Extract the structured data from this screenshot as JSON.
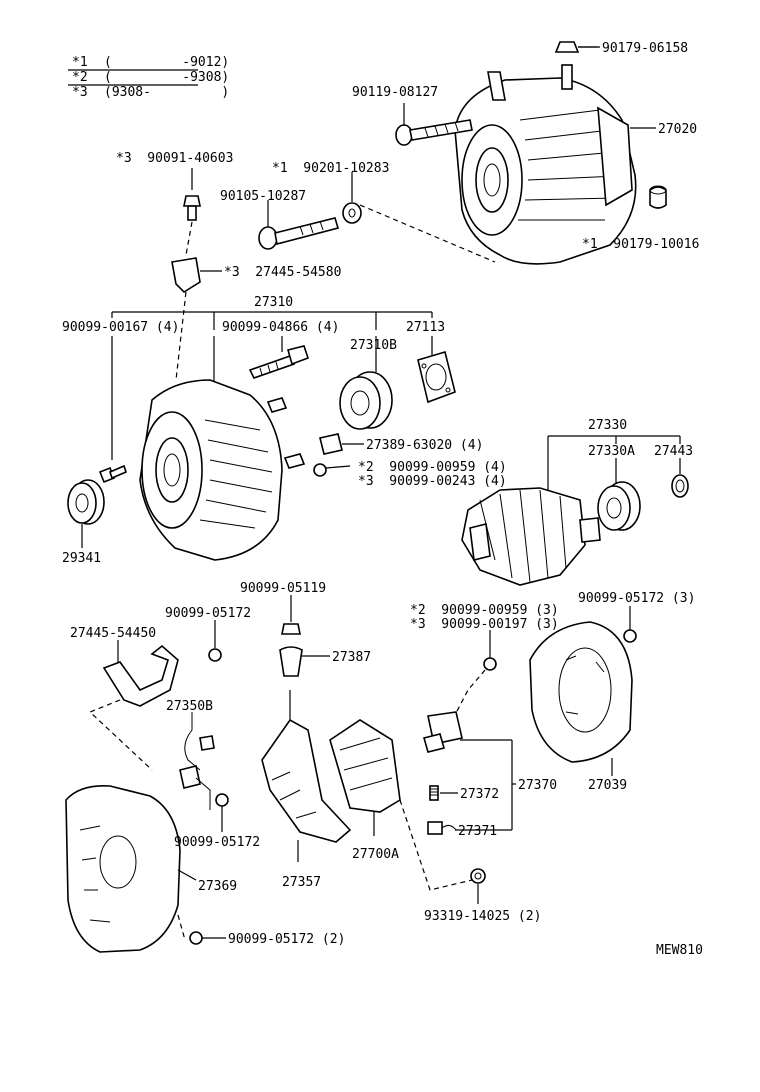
{
  "legend": {
    "rows": [
      {
        "mark": "*1",
        "range": "(         -9012)"
      },
      {
        "mark": "*2",
        "range": "(         -9308)"
      },
      {
        "mark": "*3",
        "range": "(9308-         )"
      }
    ]
  },
  "callouts": {
    "c90179_06158": "90179-06158",
    "c90119_08127": "90119-08127",
    "c27020": "27020",
    "c90091_40603": "*3  90091-40603",
    "c90201_10283": "*1  90201-10283",
    "c90105_10287": "90105-10287",
    "c90179_10016": "*1  90179-10016",
    "c27445_54580": "*3  27445-54580",
    "c27310": "27310",
    "c90099_00167": "90099-00167 (4)",
    "c90099_04866": "90099-04866 (4)",
    "c27113": "27113",
    "c27310B": "27310B",
    "c27389_63020": "27389-63020 (4)",
    "c90099_00959a": "*2  90099-00959 (4)",
    "c90099_00243": "*3  90099-00243 (4)",
    "c27330": "27330",
    "c27330A": "27330A",
    "c27443": "27443",
    "c29341": "29341",
    "c90099_05119": "90099-05119",
    "c90099_05172a": "90099-05172",
    "c27445_54450": "27445-54450",
    "c90099_00959b": "*2  90099-00959 (3)",
    "c90099_00197": "*3  90099-00197 (3)",
    "c90099_05172b": "90099-05172 (3)",
    "c27387": "27387",
    "c27350B": "27350B",
    "c27372": "27372",
    "c27370": "27370",
    "c27039": "27039",
    "c27371": "27371",
    "c90099_05172c": "90099-05172",
    "c27369": "27369",
    "c27357": "27357",
    "c27700A": "27700A",
    "c93319_14025": "93319-14025 (2)",
    "c90099_05172d": "90099-05172 (2)",
    "drawing_code": "MEW810"
  }
}
